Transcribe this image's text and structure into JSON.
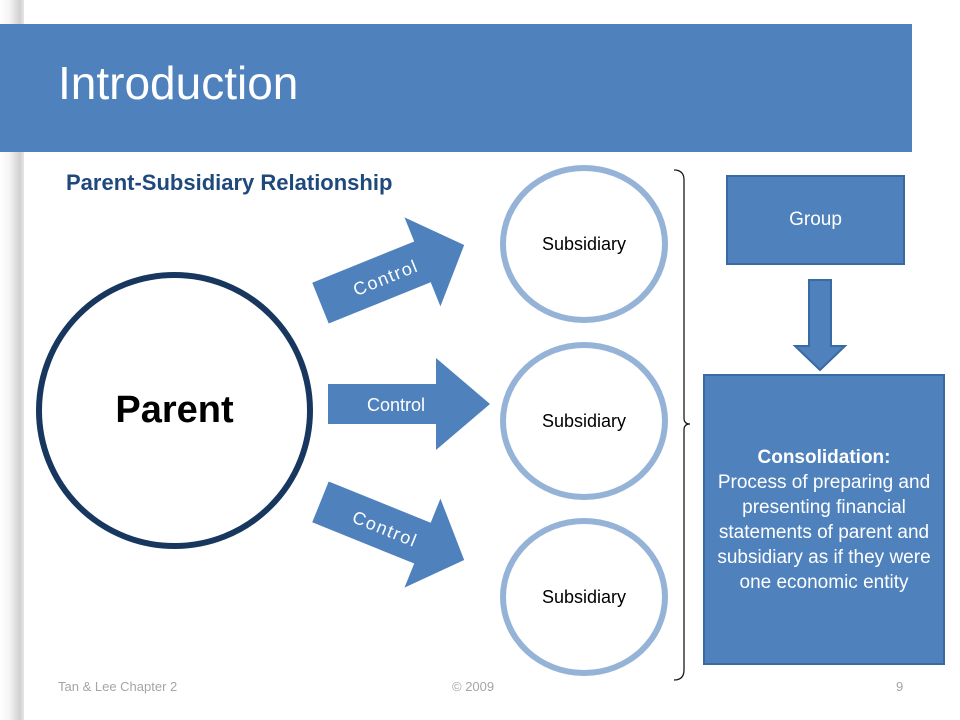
{
  "slide": {
    "title": "Introduction",
    "subtitle": "Parent-Subsidiary Relationship"
  },
  "diagram": {
    "parent_label": "Parent",
    "control_labels": [
      "Control",
      "Control",
      "Control"
    ],
    "subsidiary_labels": [
      "Subsidiary",
      "Subsidiary",
      "Subsidiary"
    ],
    "group_label": "Group",
    "consolidation_heading": "Consolidation:",
    "consolidation_text": "Process of preparing and presenting financial statements of parent and subsidiary as if they were one economic entity"
  },
  "footer": {
    "left": "Tan & Lee Chapter 2",
    "center": "© 2009",
    "page": "9"
  },
  "colors": {
    "title_bar": "#4f81bd",
    "parent_border": "#17375e",
    "subsidiary_border": "#95b3d7",
    "box_fill": "#4f81bd",
    "subtitle": "#1f497d"
  }
}
